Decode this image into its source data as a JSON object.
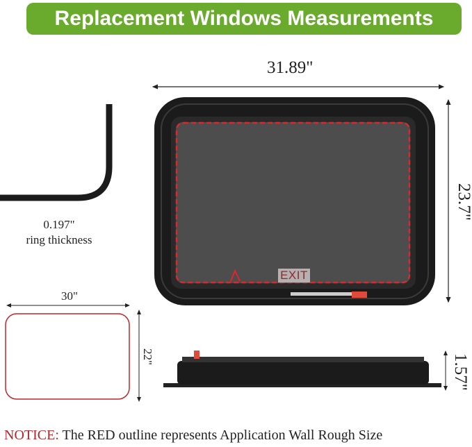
{
  "title": "Replacement Windows Measurements",
  "window": {
    "width": "31.89\"",
    "height": "23.7\"",
    "exit_label": "EXIT"
  },
  "ring": {
    "value": "0.197\"",
    "label": "ring thickness"
  },
  "rough_opening": {
    "width": "30\"",
    "height": "22\""
  },
  "side_view": {
    "depth": "1.57\""
  },
  "notice": {
    "prefix": "NOTICE:",
    "text": " The RED outline represents Application Wall Rough Size"
  },
  "colors": {
    "banner": "#6aab2e",
    "outline_red": "#e0262b",
    "notice_red": "#b3262b",
    "frame": "#1b1b1b"
  }
}
